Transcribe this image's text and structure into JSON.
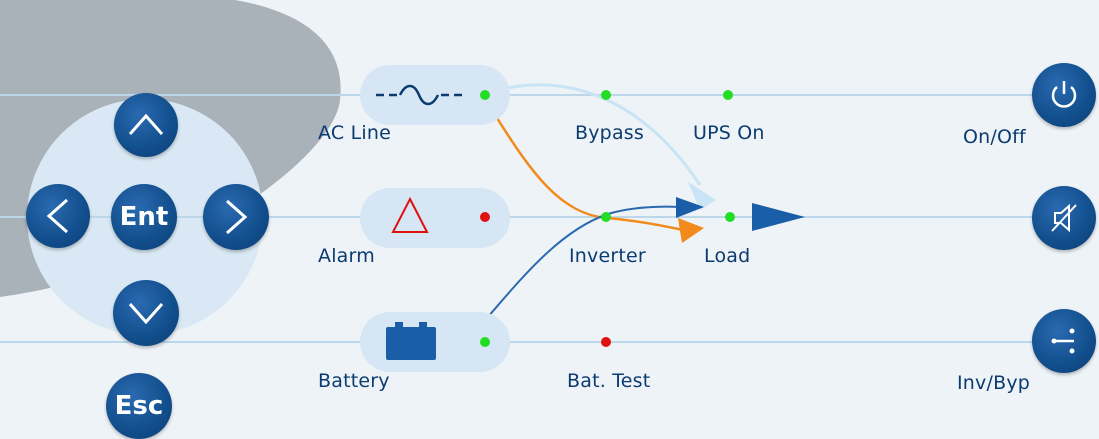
{
  "keys": {
    "enter": "Ent",
    "escape": "Esc"
  },
  "indicators": {
    "ac_line": "AC Line",
    "alarm": "Alarm",
    "battery": "Battery"
  },
  "status_points": {
    "bypass": "Bypass",
    "ups_on": "UPS On",
    "inverter": "Inverter",
    "load": "Load",
    "bat_test": "Bat. Test"
  },
  "side_buttons": {
    "on_off": "On/Off",
    "inv_byp": "Inv/Byp"
  },
  "leds": {
    "ac_line": "green",
    "alarm": "red",
    "battery": "green",
    "bypass": "green",
    "ups_on": "green",
    "inverter": "green",
    "load": "green",
    "bat_test": "red"
  },
  "colors": {
    "button_blue": "#13508f",
    "label_text": "#0b3b6f",
    "led_green": "#22dd22",
    "led_red": "#e01010",
    "flow_orange": "#f28a1c",
    "flow_light_blue": "#bfe0f2",
    "flow_blue": "#2a6ab0"
  }
}
